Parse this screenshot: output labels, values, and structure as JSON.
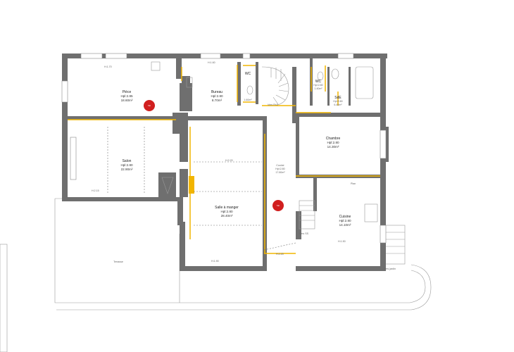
{
  "rooms": {
    "piece": {
      "name": "Pièce",
      "height": "Hpl:2.85",
      "area": "18.60m²"
    },
    "bureau": {
      "name": "Bureau",
      "height": "Hpl:2.80",
      "area": "8.70m²"
    },
    "wc1": {
      "name": "WC",
      "height": "Hpl:2.80",
      "area": "1.60m²"
    },
    "wc2": {
      "name": "WC",
      "height": "Hpl:2.80",
      "area": "1.40m²"
    },
    "sde": {
      "name": "SdE",
      "height": "Hpl:2.80",
      "area": "6.40m²"
    },
    "chambre": {
      "name": "Chambre",
      "height": "Hpl:2.80",
      "area": "14.30m²"
    },
    "salon": {
      "name": "Salon",
      "height": "Hpl:2.80",
      "area": "22.90m²"
    },
    "sam": {
      "name": "Salle à manger",
      "height": "Hpl:2.80",
      "area": "28.40m²"
    },
    "couloir": {
      "name": "Couloir",
      "height": "Hpl:2.80",
      "area": "17.80m²"
    },
    "cuisine": {
      "name": "Cuisine",
      "height": "Hpl:2.80",
      "area": "14.10m²"
    },
    "terrasse": {
      "name": "Terrasse"
    }
  },
  "labels": {
    "vers_r1": "Vers R+1",
    "vers_ss": "Vers SS",
    "vers_jardin": "Vers jardin",
    "h_222": "H:2.25",
    "h_215": "H:2.15",
    "h_220": "H:2.20",
    "h_190": "H:1.90",
    "h_170": "H:1.70",
    "h_160": "H:1.60",
    "h_150": "H:1.50",
    "plan": "Plan",
    "stamp": "Tab"
  },
  "colors": {
    "wall": "#6f6f6f",
    "accent": "#f2b500",
    "stamp": "#d11f1f"
  }
}
